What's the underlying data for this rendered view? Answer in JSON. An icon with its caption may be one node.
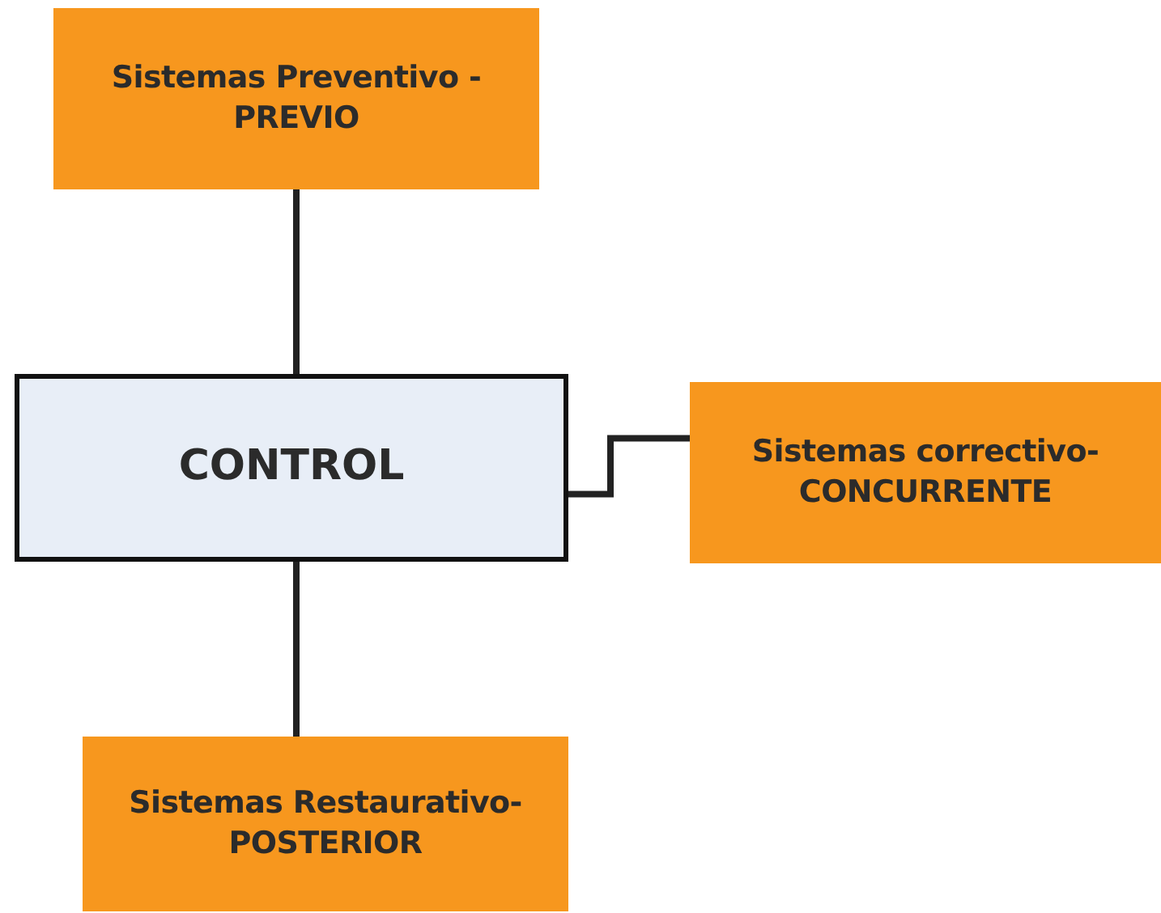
{
  "diagram": {
    "nodes": [
      {
        "text": [
          "Sistemas Preventivo - PREVIO"
        ]
      },
      {
        "text": [
          "CONTROL"
        ]
      },
      {
        "text": [
          "Sistemas correctivo- CONCURRENTE"
        ]
      },
      {
        "text": [
          "Sistemas Restaurativo- POSTERIOR"
        ]
      }
    ],
    "edges": [
      {
        "from": 0,
        "to": 1,
        "arrow": "none"
      },
      {
        "from": 1,
        "to": 2,
        "arrow": "none"
      },
      {
        "from": 1,
        "to": 3,
        "arrow": "none"
      }
    ]
  }
}
